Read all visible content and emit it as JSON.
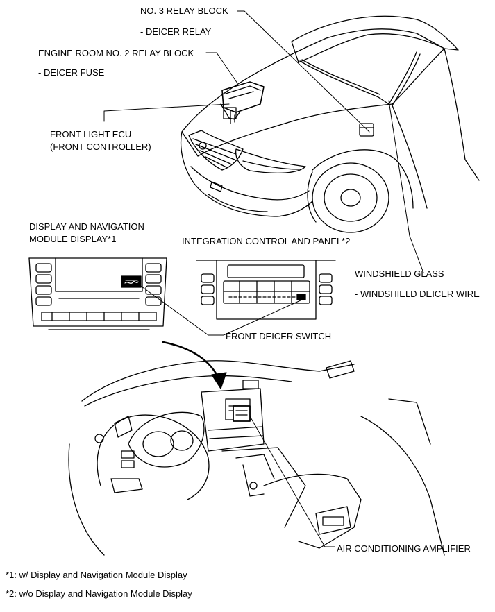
{
  "labels": {
    "relay_block_3": "NO. 3 RELAY BLOCK",
    "deicer_relay": "- DEICER RELAY",
    "engine_room_relay_block_2": "ENGINE ROOM NO. 2 RELAY BLOCK",
    "deicer_fuse": "- DEICER FUSE",
    "front_light_ecu_line1": "FRONT LIGHT ECU",
    "front_light_ecu_line2": "(FRONT CONTROLLER)",
    "display_nav_line1": "DISPLAY AND NAVIGATION",
    "display_nav_line2": "MODULE DISPLAY*1",
    "integration_control": "INTEGRATION CONTROL AND PANEL*2",
    "windshield_glass": "WINDSHIELD GLASS",
    "windshield_deicer_wire": "- WINDSHIELD DEICER WIRE",
    "front_deicer_switch": "FRONT DEICER SWITCH",
    "air_conditioning_amplifier": "AIR CONDITIONING AMPLIFIER"
  },
  "footnotes": {
    "note1": "*1: w/ Display and Navigation Module Display",
    "note2": "*2: w/o Display and Navigation Module Display"
  }
}
